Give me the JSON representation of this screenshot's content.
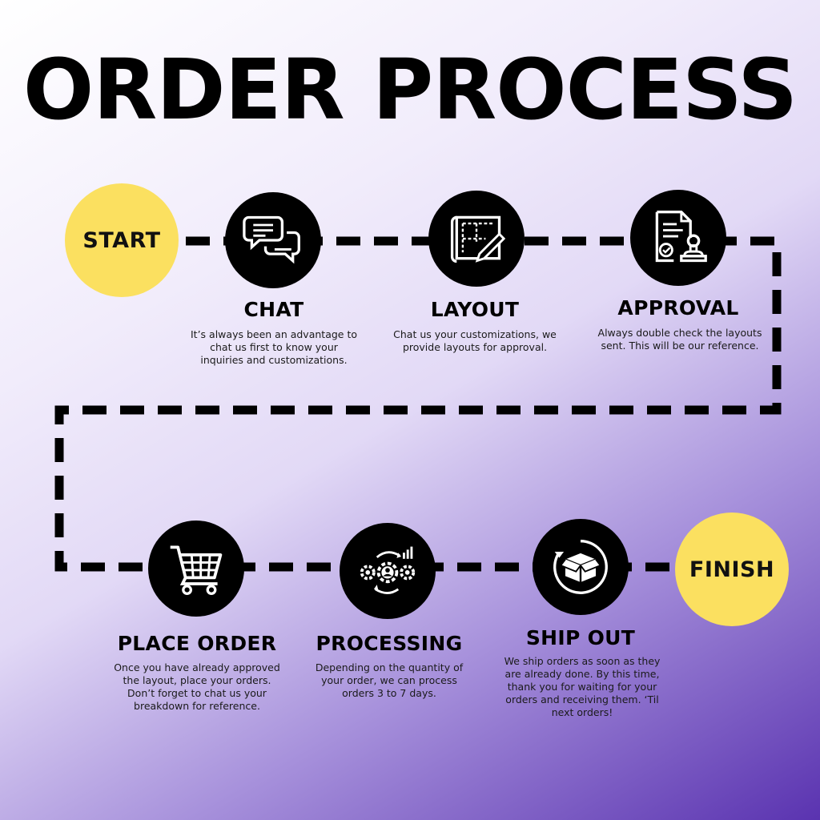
{
  "title": "ORDER PROCESS",
  "start_label": "START",
  "finish_label": "FINISH",
  "colors": {
    "accent": "#fbe060",
    "node": "#000000",
    "gradient_end": "#5a33b0"
  },
  "steps": [
    {
      "title": "CHAT",
      "icon": "chat-bubbles-icon",
      "description": "It’s always been an advantage to chat us first to know your inquiries and customizations."
    },
    {
      "title": "LAYOUT",
      "icon": "blueprint-pencil-icon",
      "description": "Chat us your customizations, we provide layouts for approval."
    },
    {
      "title": "APPROVAL",
      "icon": "approved-document-stamp-icon",
      "description": "Always double check the layouts sent. This will be our reference."
    },
    {
      "title": "PLACE ORDER",
      "icon": "shopping-cart-icon",
      "description": "Once you have already approved the layout, place your orders. Don’t forget to chat us your breakdown for reference."
    },
    {
      "title": "PROCESSING",
      "icon": "gears-processing-icon",
      "description": "Depending on the quantity of your order, we can process orders 3 to 7 days."
    },
    {
      "title": "SHIP OUT",
      "icon": "package-box-icon",
      "description": "We ship orders as soon as they are already done. By this time, thank you for waiting for your orders and receiving them. ‘Til next orders!"
    }
  ]
}
